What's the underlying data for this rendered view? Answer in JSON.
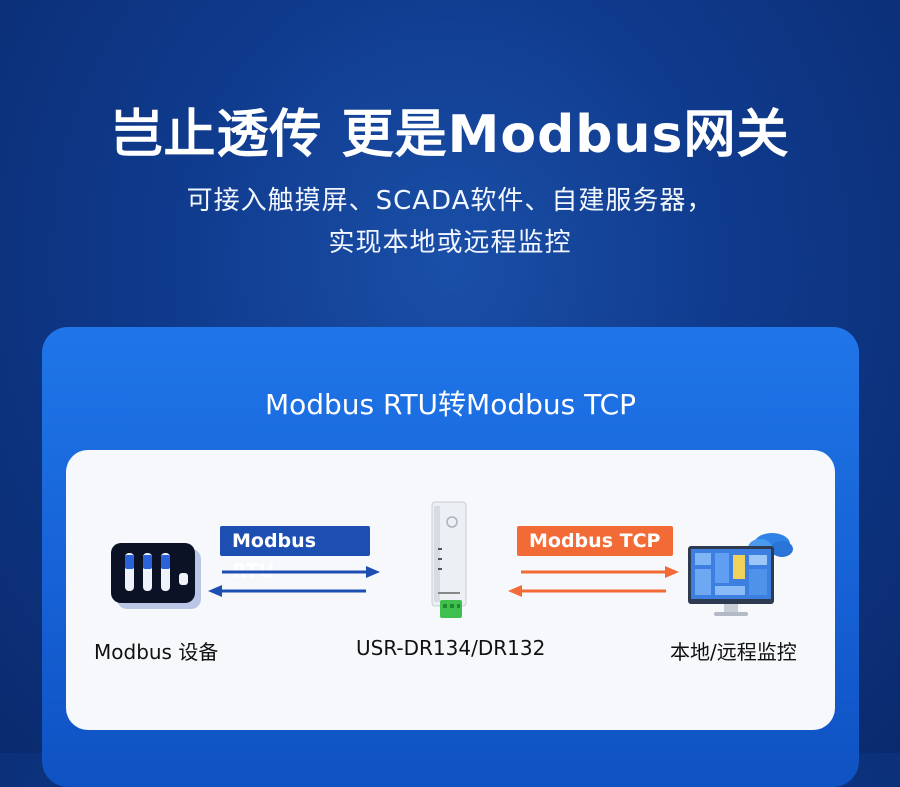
{
  "header": {
    "title": "岂止透传 更是Modbus网关",
    "subtitle_line1": "可接入触摸屏、SCADA软件、自建服务器，",
    "subtitle_line2": "实现本地或远程监控"
  },
  "panel": {
    "title": "Modbus RTU转Modbus TCP",
    "left_device": {
      "label": "Modbus 设备",
      "icon": "modbus-device-icon"
    },
    "middle_device": {
      "label": "USR-DR134/DR132",
      "icon": "din-rail-gateway-icon"
    },
    "right_device": {
      "label": "本地/远程监控",
      "icon": "monitor-cloud-icon"
    },
    "left_link_label": "Modbus RTU",
    "right_link_label": "Modbus TCP",
    "colors": {
      "rtu": "#1d4fb3",
      "tcp": "#f26a35"
    }
  }
}
